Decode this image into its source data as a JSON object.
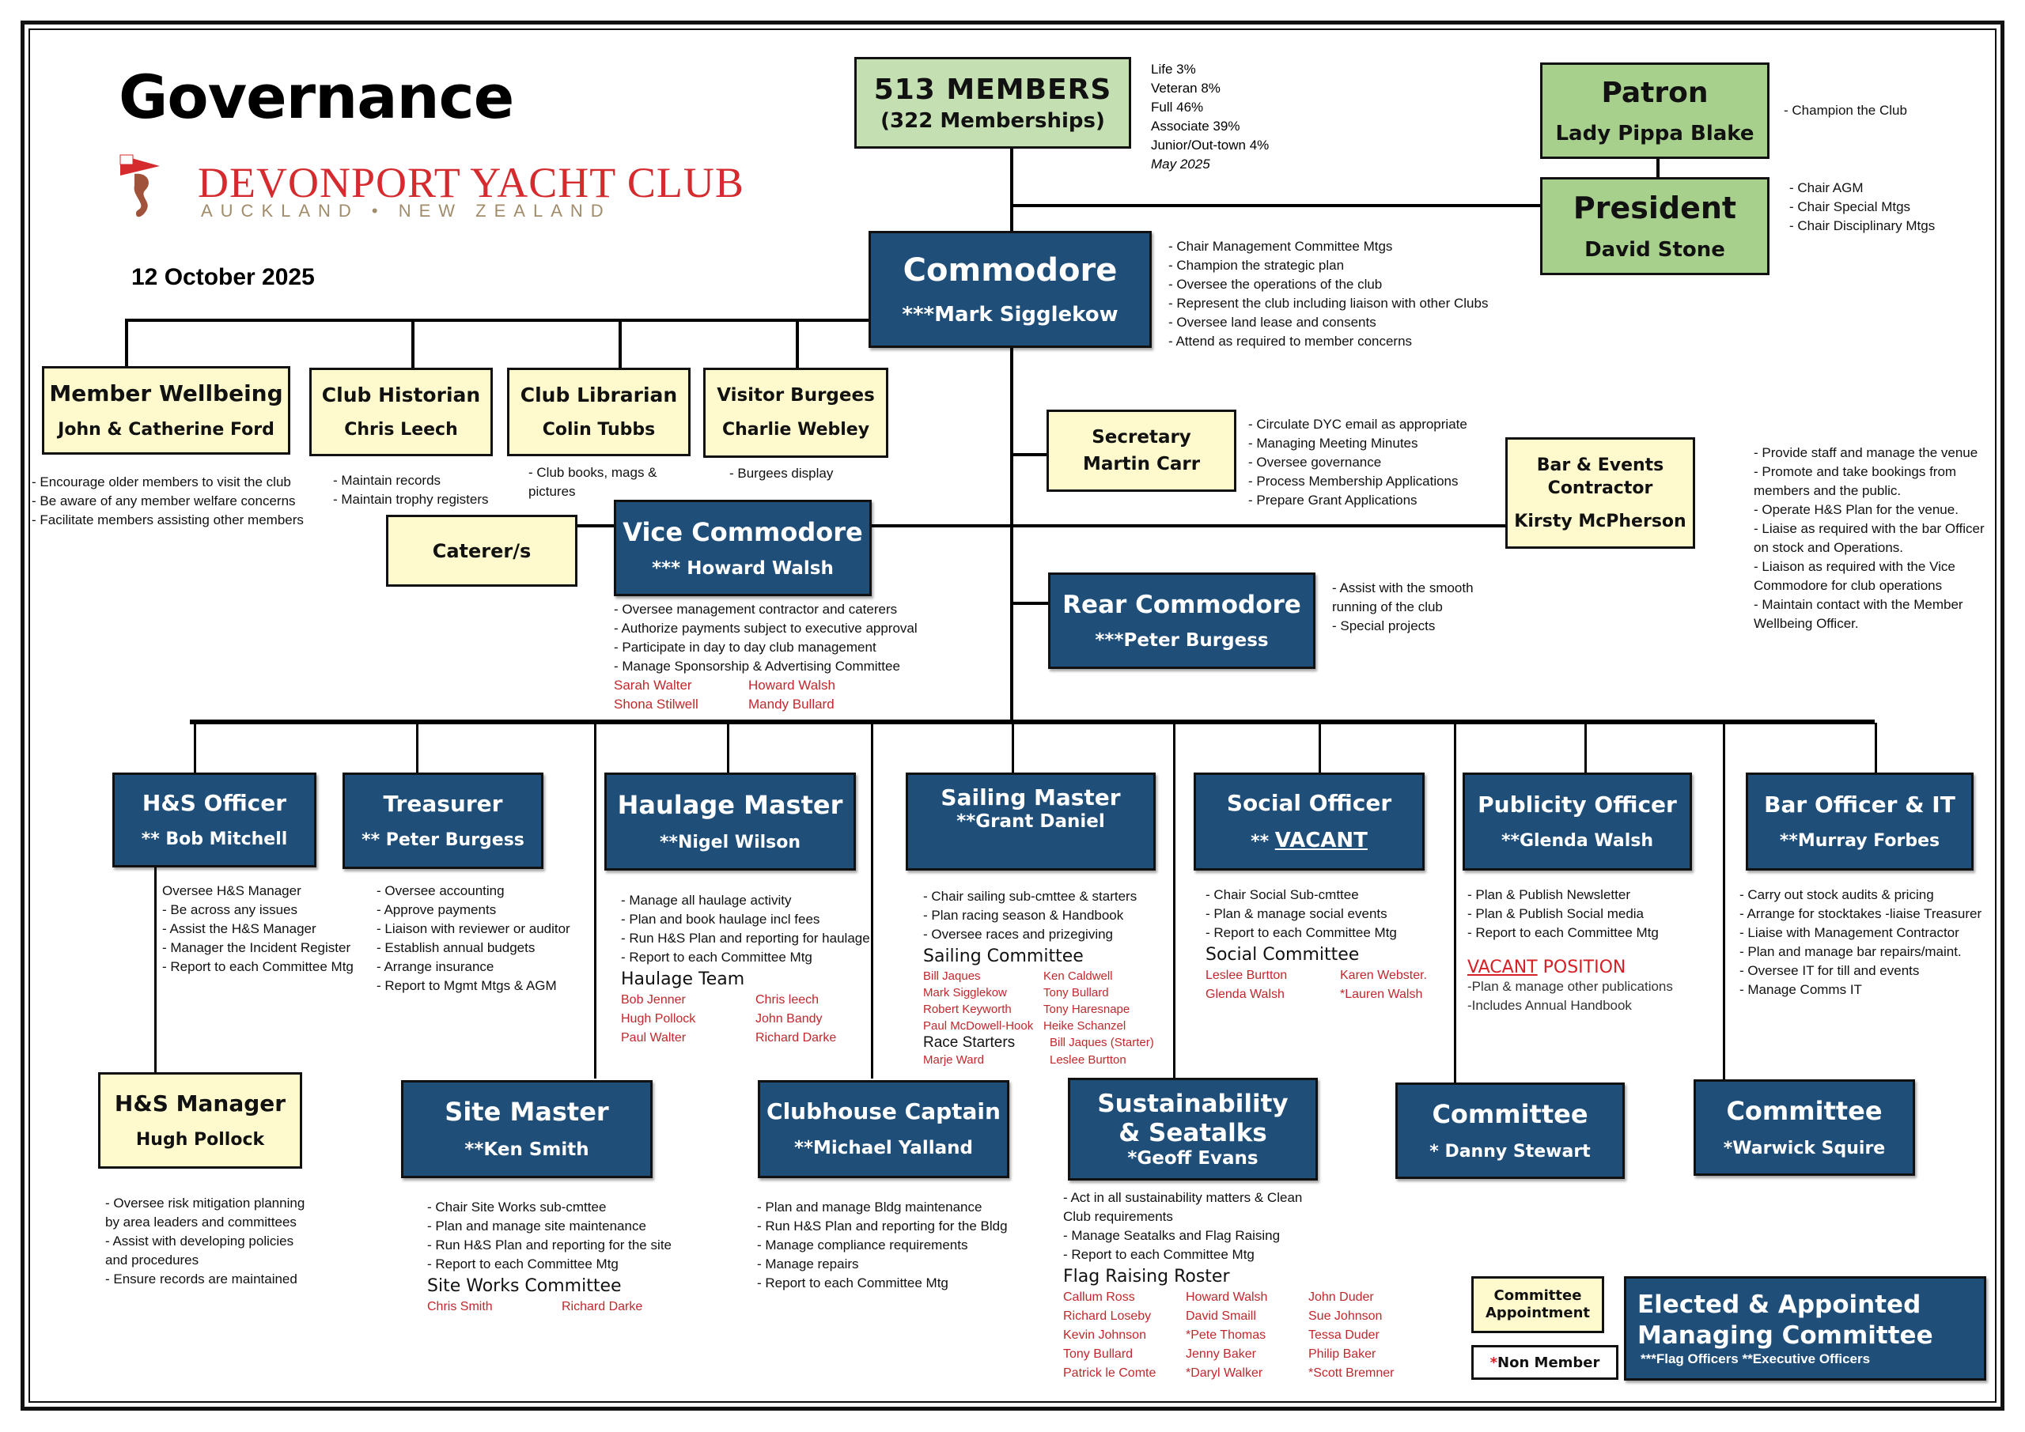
{
  "header": {
    "title": "Governance",
    "club_name": "DEVONPORT YACHT CLUB",
    "club_location": "AUCKLAND • NEW ZEALAND",
    "date": "12 October 2025"
  },
  "membership": {
    "headline": "513 MEMBERS",
    "sub": "(322 Memberships)",
    "breakdown": [
      "Life 3%",
      "Veteran 8%",
      "Full 46%",
      "Associate 39%",
      "Junior/Out-town 4%"
    ],
    "as_of": "May 2025",
    "breakdown_values": [
      {
        "category": "Life",
        "percent": 3
      },
      {
        "category": "Veteran",
        "percent": 8
      },
      {
        "category": "Full",
        "percent": 46
      },
      {
        "category": "Associate",
        "percent": 39
      },
      {
        "category": "Junior/Out-town",
        "percent": 4
      }
    ]
  },
  "patron": {
    "title": "Patron",
    "name": "Lady Pippa Blake",
    "duties": [
      "- Champion the Club"
    ]
  },
  "president": {
    "title": "President",
    "name": "David Stone",
    "duties": [
      "- Chair AGM",
      "- Chair Special Mtgs",
      "- Chair Disciplinary Mtgs"
    ]
  },
  "commodore": {
    "title": "Commodore",
    "name": "***Mark Sigglekow",
    "duties": [
      "- Chair Management Committee Mtgs",
      "- Champion the strategic plan",
      "- Oversee the operations of the club",
      "- Represent the club including liaison with other Clubs",
      "- Oversee land lease and consents",
      "- Attend as required to member concerns"
    ]
  },
  "appointments": [
    {
      "title": "Member Wellbeing",
      "name": "John & Catherine Ford",
      "duties": [
        "- Encourage older members to visit the club",
        "- Be aware of any member welfare concerns",
        "- Facilitate members assisting other members"
      ]
    },
    {
      "title": "Club Historian",
      "name": "Chris Leech",
      "duties": [
        "- Maintain records",
        "- Maintain trophy registers"
      ]
    },
    {
      "title": "Club Librarian",
      "name": "Colin Tubbs",
      "duties": [
        "- Club books, mags & pictures"
      ]
    },
    {
      "title": "Visitor Burgees",
      "name": "Charlie Webley",
      "duties": [
        "- Burgees display"
      ]
    }
  ],
  "secretary": {
    "title": "Secretary",
    "name": "Martin Carr",
    "duties": [
      "- Circulate DYC email as appropriate",
      "- Managing Meeting Minutes",
      "- Oversee governance",
      "- Process Membership Applications",
      "- Prepare Grant Applications"
    ]
  },
  "bar_events": {
    "title": "Bar & Events Contractor",
    "name": "Kirsty McPherson",
    "duties": [
      "- Provide staff and manage the venue",
      "- Promote and take bookings from members and the public.",
      "- Operate H&S Plan for the venue.",
      "- Liaise as required with the bar Officer on stock and Operations.",
      "- Liaison as required with the Vice Commodore for club operations",
      "- Maintain contact with the Member Wellbeing Officer."
    ]
  },
  "caterers": {
    "title": "Caterer/s"
  },
  "vice_commodore": {
    "title": "Vice Commodore",
    "name": "*** Howard Walsh",
    "duties": [
      "- Oversee management contractor and caterers",
      "- Authorize payments subject to executive approval",
      "- Participate in day to day club management",
      "- Manage Sponsorship & Advertising Committee"
    ],
    "committee": [
      "Sarah Walter",
      "Howard Walsh",
      "Shona Stilwell",
      "Mandy Bullard"
    ]
  },
  "rear_commodore": {
    "title": "Rear Commodore",
    "name": "***Peter Burgess",
    "duties": [
      "- Assist with the smooth running of the club",
      "- Special projects"
    ]
  },
  "officers": {
    "hs_officer": {
      "title": "H&S Officer",
      "name": "** Bob Mitchell",
      "duties": [
        "Oversee H&S Manager",
        "- Be across any issues",
        "- Assist the H&S Manager",
        "- Manager the Incident Register",
        "- Report to each Committee Mtg"
      ]
    },
    "treasurer": {
      "title": "Treasurer",
      "name": "** Peter Burgess",
      "duties": [
        "- Oversee accounting",
        "- Approve payments",
        "- Liaison with reviewer or auditor",
        "- Establish annual budgets",
        "- Arrange insurance",
        "- Report to Mgmt Mtgs & AGM"
      ]
    },
    "haulage": {
      "title": "Haulage Master",
      "name": "**Nigel Wilson",
      "duties": [
        "- Manage all haulage activity",
        "- Plan and book haulage incl fees",
        "- Run H&S Plan and reporting for haulage",
        "- Report to each Committee Mtg"
      ],
      "team_label": "Haulage Team",
      "team": [
        "Bob Jenner",
        "Chris leech",
        "Hugh Pollock",
        "John Bandy",
        "Paul Walter",
        "Richard Darke"
      ]
    },
    "sailing": {
      "title": "Sailing Master",
      "name": "**Grant Daniel",
      "duties": [
        "- Chair sailing sub-cmttee & starters",
        "- Plan racing season & Handbook",
        "- Oversee races and prizegiving"
      ],
      "committee_label": "Sailing Committee",
      "committee": [
        "Bill Jaques",
        "Ken Caldwell",
        "Mark Sigglekow",
        "Tony Bullard",
        "Robert Keyworth",
        "Tony Haresnape",
        "Paul McDowell-Hook",
        "Heike Schanzel"
      ],
      "starters_label": "Race Starters",
      "starters": [
        "Bill Jaques (Starter)",
        "Marje Ward",
        "Leslee Burtton"
      ]
    },
    "social": {
      "title": "Social Officer",
      "name_prefix": "** ",
      "name": "VACANT",
      "duties": [
        "- Chair Social Sub-cmttee",
        "- Plan & manage social events",
        "- Report to each Committee Mtg"
      ],
      "committee_label": "Social Committee",
      "committee": [
        "Leslee Burtton",
        "Karen Webster.",
        "Glenda Walsh",
        "*Lauren Walsh"
      ]
    },
    "publicity": {
      "title": "Publicity Officer",
      "name": "**Glenda Walsh",
      "duties": [
        "- Plan & Publish Newsletter",
        "- Plan & Publish Social media",
        "- Report to each Committee Mtg"
      ],
      "vacant_label_1": "VACANT",
      "vacant_label_2": " POSITION",
      "vacant_duties": [
        "-Plan & manage other publications",
        "-Includes Annual Handbook"
      ]
    },
    "bar_it": {
      "title": "Bar Officer & IT",
      "name": "**Murray Forbes",
      "duties": [
        "- Carry out stock audits & pricing",
        "- Arrange for stocktakes -liaise Treasurer",
        "- Liaise with Management Contractor",
        "- Plan and manage bar repairs/maint.",
        "- Oversee IT for till and events",
        "- Manage Comms IT"
      ]
    }
  },
  "lower": {
    "hs_manager": {
      "title": "H&S Manager",
      "name": "Hugh Pollock",
      "duties": [
        "- Oversee risk mitigation planning by area leaders and committees",
        "- Assist with developing policies and procedures",
        "- Ensure records are maintained"
      ]
    },
    "site_master": {
      "title": "Site Master",
      "name": "**Ken Smith",
      "duties": [
        "- Chair Site Works  sub-cmttee",
        "- Plan and manage site maintenance",
        "- Run H&S Plan and reporting for the site",
        "- Report to each Committee Mtg"
      ],
      "committee_label": "Site Works Committee",
      "committee": [
        "Chris Smith",
        "Richard Darke"
      ]
    },
    "clubhouse": {
      "title": "Clubhouse Captain",
      "name": "**Michael Yalland",
      "duties": [
        "- Plan and manage Bldg maintenance",
        "- Run H&S Plan and reporting for the Bldg",
        "- Manage compliance requirements",
        "- Manage repairs",
        "- Report to each Committee Mtg"
      ]
    },
    "sustainability": {
      "title_1": "Sustainability",
      "title_2": "& Seatalks",
      "name": "*Geoff Evans",
      "duties": [
        "- Act in all sustainability matters & Clean Club requirements",
        "- Manage Seatalks and Flag Raising",
        "- Report to each Committee Mtg"
      ],
      "roster_label": "Flag Raising Roster",
      "roster": [
        "Callum Ross",
        "Howard Walsh",
        "John Duder",
        "Richard Loseby",
        "David Smaill",
        "Sue Johnson",
        "Kevin Johnson",
        "*Pete Thomas",
        "Tessa Duder",
        "Tony Bullard",
        "Jenny Baker",
        "Philip Baker",
        "Patrick le Comte",
        "*Daryl Walker",
        "*Scott Bremner"
      ]
    },
    "committee_1": {
      "title": "Committee",
      "name": "* Danny Stewart"
    },
    "committee_2": {
      "title": "Committee",
      "name": "*Warwick Squire"
    }
  },
  "legend": {
    "committee_appointment": "Committee Appointment",
    "non_member_star": "*",
    "non_member": "Non Member",
    "managing_title_1": "Elected & Appointed",
    "managing_title_2": "Managing Committee",
    "managing_note": "***Flag Officers  **Executive Officers"
  },
  "colors": {
    "navy": "#1f4e79",
    "yellow": "#fffacd",
    "green": "#c4dfb1",
    "red_names": "#c0282d",
    "logo_red": "#d52b2e"
  }
}
